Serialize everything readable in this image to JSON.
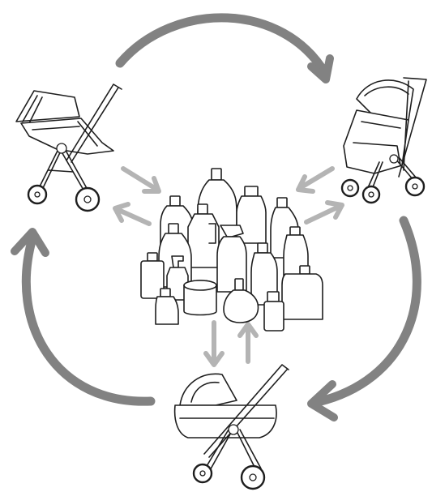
{
  "diagram": {
    "nodes": [
      {
        "id": "stroller-left",
        "icon": "stroller-seat-icon"
      },
      {
        "id": "stroller-right",
        "icon": "stroller-reclined-icon"
      },
      {
        "id": "stroller-bottom",
        "icon": "stroller-carrycot-icon"
      },
      {
        "id": "bottles-center",
        "icon": "plastic-bottles-icon"
      }
    ],
    "colors": {
      "outer_arrow": "#828282",
      "inner_arrow": "#b4b4b4",
      "line_art": "#1e1e1e"
    }
  }
}
